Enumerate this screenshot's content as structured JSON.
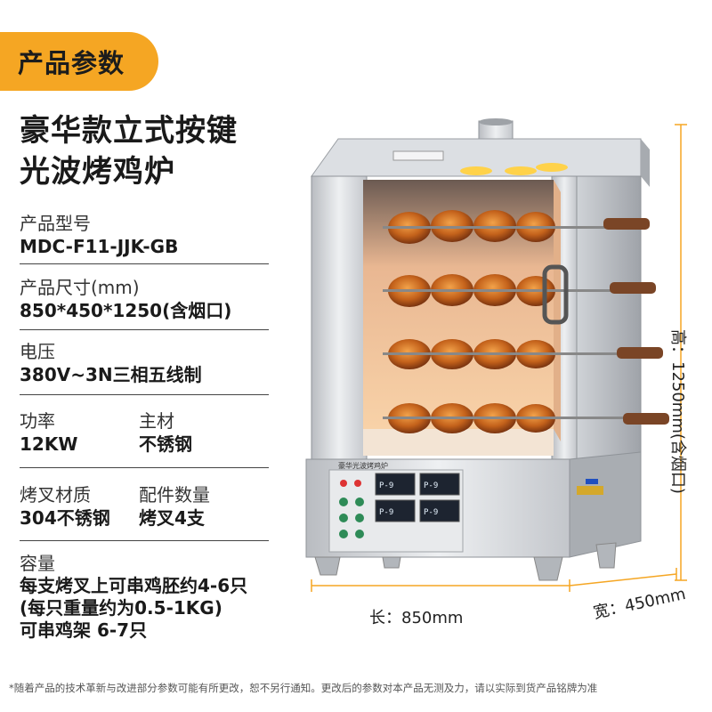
{
  "badge": "产品参数",
  "title": [
    "豪华款立式按键",
    "光波烤鸡炉"
  ],
  "specs": {
    "model": {
      "label": "产品型号",
      "value": "MDC-F11-JJK-GB"
    },
    "size": {
      "label": "产品尺寸(mm)",
      "value": "850*450*1250(含烟口)"
    },
    "voltage": {
      "label": "电压",
      "value": "380V~3N三相五线制"
    },
    "power": {
      "label": "功率",
      "value": "12KW"
    },
    "material": {
      "label": "主材",
      "value": "不锈钢"
    },
    "fork_material": {
      "label": "烤叉材质",
      "value": "304不锈钢"
    },
    "accessories": {
      "label": "配件数量",
      "value": "烤叉4支"
    },
    "capacity": {
      "label": "容量",
      "lines": [
        "每支烤叉上可串鸡胚约4-6只",
        "(每只重量约为0.5-1KG)",
        "可串鸡架 6-7只"
      ]
    }
  },
  "dimensions": {
    "length": "长：850mm",
    "width": "宽：450mm",
    "height": "高：1250mm(含烟口)"
  },
  "panel": {
    "plate_text": "豪华光波烤鸡炉",
    "display_text": "P-9"
  },
  "footnote": "*随着产品的技术革新与改进部分参数可能有所更改，恕不另行通知。更改后的参数对本产品无测及力，请以实际到货产品铭牌为准",
  "colors": {
    "accent": "#f5a623",
    "steel": "#c9ccd1",
    "glow": "#f6c38d",
    "chicken": "#c96a1e"
  }
}
